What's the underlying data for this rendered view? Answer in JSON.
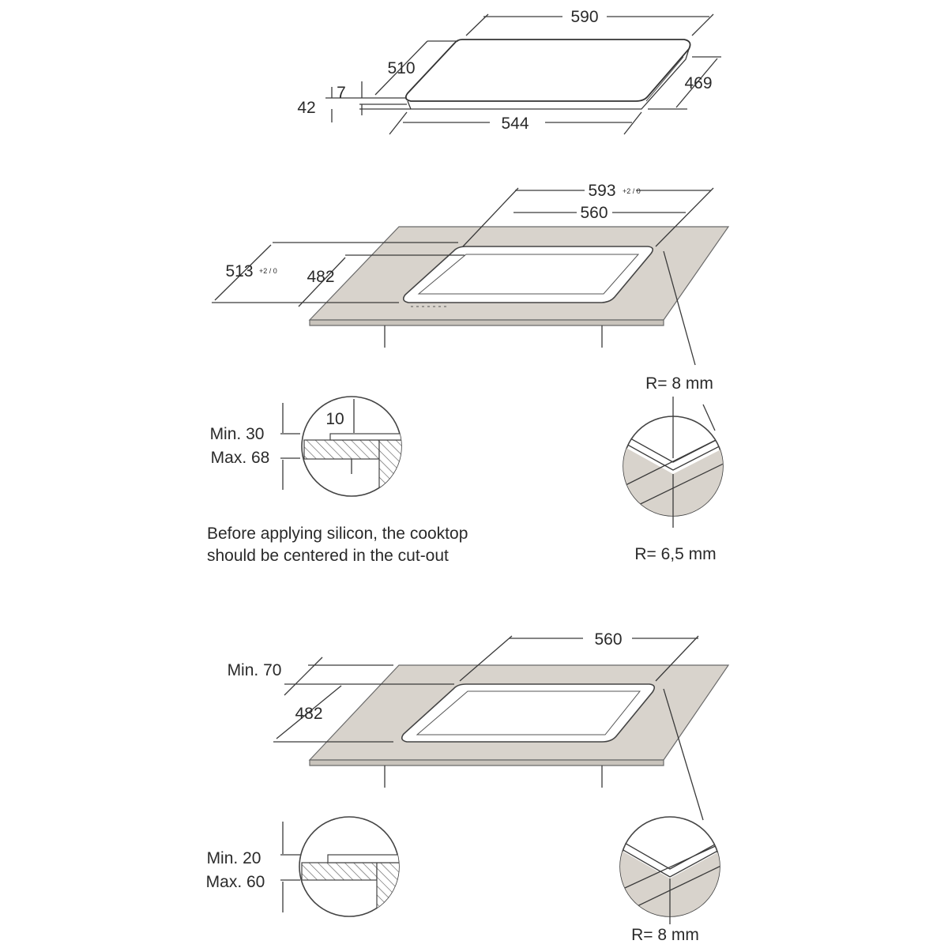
{
  "hob_dimensions": {
    "width": "590",
    "depth": "510",
    "bottom_width": "544",
    "bottom_depth": "469",
    "height": "42",
    "glass_thickness": "7"
  },
  "cutout_top": {
    "outer_width": "593",
    "outer_width_tolerance": "+2 / 0",
    "inner_width": "560",
    "outer_depth": "513",
    "outer_depth_tolerance": "+2 / 0",
    "inner_depth": "482",
    "radius_outer": "R= 8 mm",
    "radius_inner": "R= 6,5 mm"
  },
  "worktop_detail_top": {
    "dim": "10",
    "min_label": "Min. 30",
    "max_label": "Max. 68"
  },
  "note": {
    "line1": "Before applying silicon, the cooktop",
    "line2": "should be centered in the cut-out"
  },
  "cutout_bottom": {
    "width": "560",
    "min_label": "Min. 70",
    "depth": "482",
    "radius": "R= 8 mm"
  },
  "worktop_detail_bottom": {
    "min_label": "Min. 20",
    "max_label": "Max. 60"
  }
}
